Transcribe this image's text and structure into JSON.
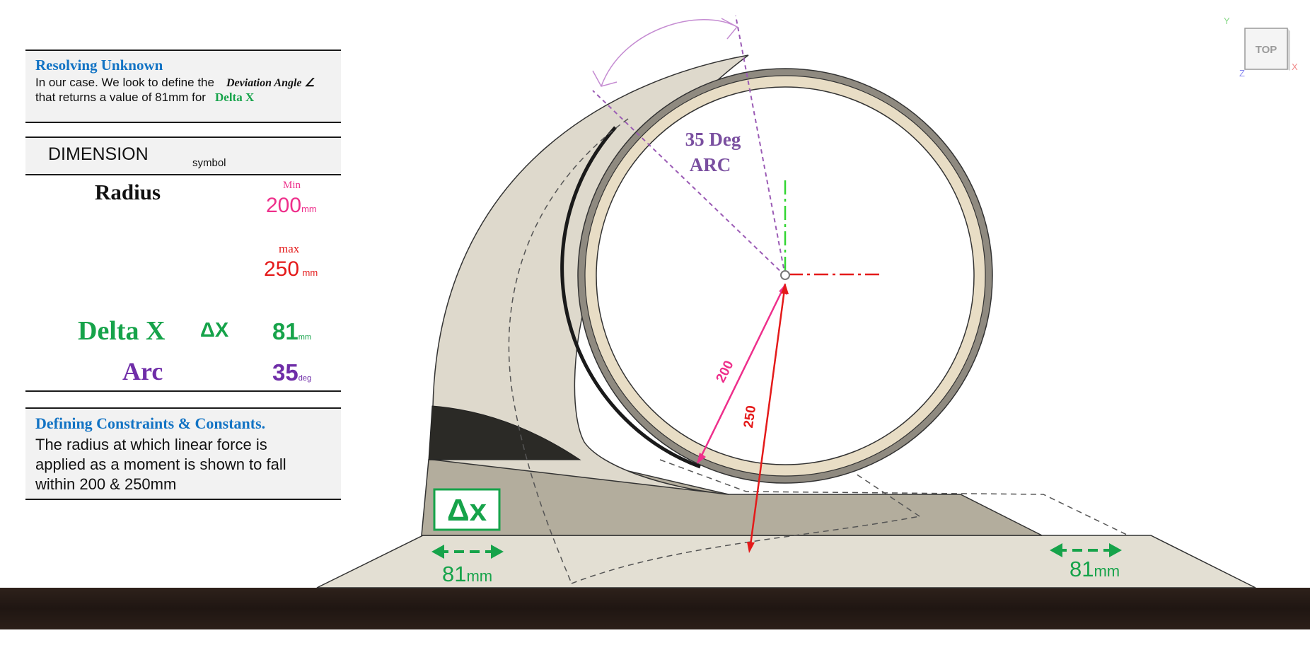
{
  "resolving": {
    "title": "Resolving Unknown",
    "line1": "In our case. We look to define the",
    "deviation_label": "Deviation Angle ∠",
    "line2": "that returns a value of 81mm for",
    "delta_label": "Delta X"
  },
  "dimension_table": {
    "header": "DIMENSION",
    "symbol_header": "symbol",
    "radius": {
      "label": "Radius",
      "min_label": "Min",
      "min_value": "200",
      "min_unit": "mm",
      "max_label": "max",
      "max_value": "250",
      "max_unit": "mm"
    },
    "delta_x": {
      "label": "Delta X",
      "symbol": "ΔX",
      "value": "81",
      "unit": "mm"
    },
    "arc": {
      "label": "Arc",
      "value": "35",
      "unit": "deg"
    }
  },
  "constraints": {
    "title": "Defining Constraints & Constants.",
    "line1": "The radius at which linear force is",
    "line2": "applied as a moment is shown to fall",
    "line3": "within 200 & 250mm"
  },
  "diagram": {
    "arc_label_line1": "35 Deg",
    "arc_label_line2": "ARC",
    "radius_min_label": "200",
    "radius_max_label": "250",
    "delta_box_label": "Δx",
    "left_dim_value": "81",
    "left_dim_unit": "mm",
    "right_dim_value": "81",
    "right_dim_unit": "mm"
  },
  "view_cube": {
    "face_label": "TOP",
    "axis_y": "Y",
    "axis_x": "X",
    "axis_z": "Z"
  },
  "colors": {
    "panel_title": "#1273c4",
    "delta": "#16a34a",
    "min_radius": "#ee2f8b",
    "max_radius": "#e41a1a",
    "arc": "#6f2da8",
    "floor": "#2a1c16"
  }
}
